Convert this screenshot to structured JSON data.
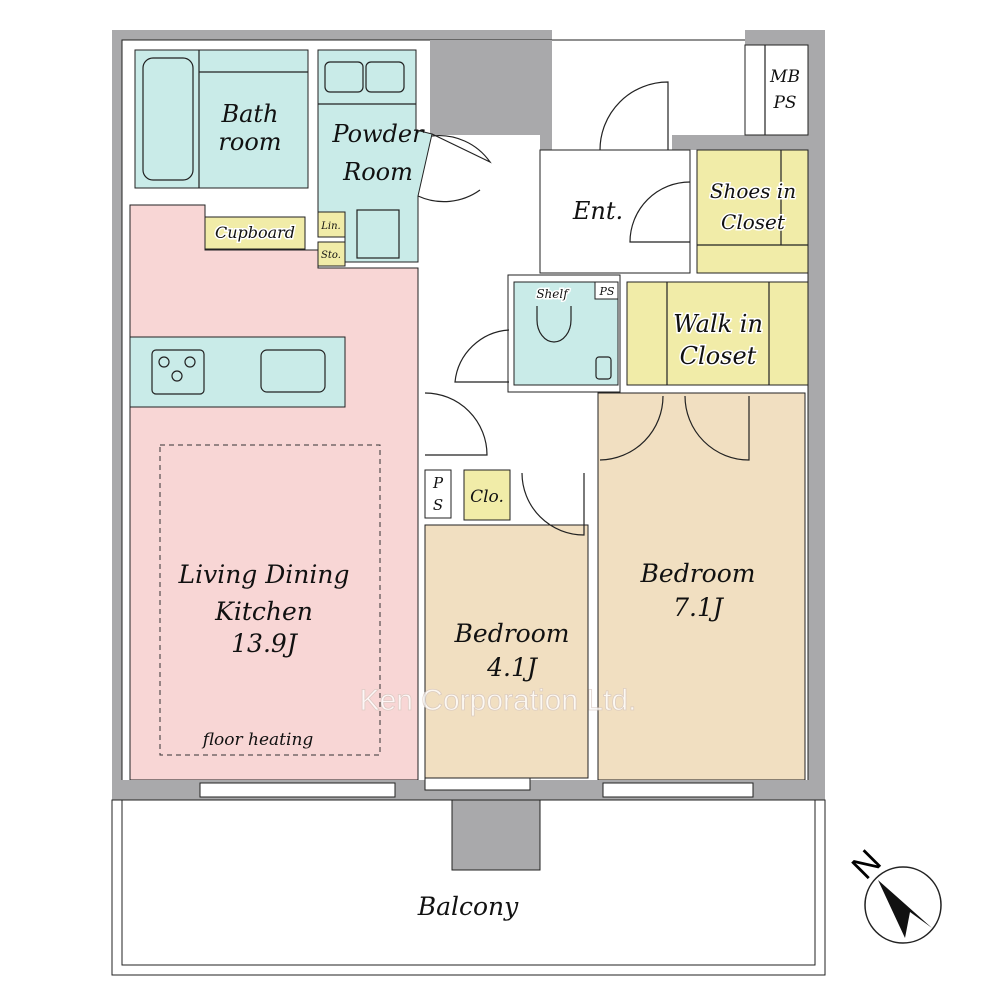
{
  "rooms": {
    "bath": [
      "Bath",
      "room"
    ],
    "powder": [
      "Powder",
      "Room"
    ],
    "cupboard": "Cupboard",
    "linen": "Lin.",
    "storage": "Sto.",
    "entrance": "Ent.",
    "shoes_closet": [
      "Shoes in",
      "Closet"
    ],
    "shelf": "Shelf",
    "ps_small": "PS",
    "walk_in_closet": [
      "Walk in",
      "Closet"
    ],
    "mb_ps": [
      "MB",
      "PS"
    ],
    "ps_vertical": [
      "P",
      "S"
    ],
    "closet": "Clo.",
    "ldk": [
      "Living Dining",
      "Kitchen",
      "13.9J"
    ],
    "floor_heating": "floor heating",
    "bedroom_small": [
      "Bedroom",
      "4.1J"
    ],
    "bedroom_large": [
      "Bedroom",
      "7.1J"
    ],
    "balcony": "Balcony"
  },
  "watermark": "Ken Corporation Ltd.",
  "compass": "N",
  "colors": {
    "wall": "#a9a9ab",
    "wet_area": "#c9ebe8",
    "ldk": "#f8d6d5",
    "bedroom": "#f1dfc1",
    "storage": "#f1eca8"
  }
}
